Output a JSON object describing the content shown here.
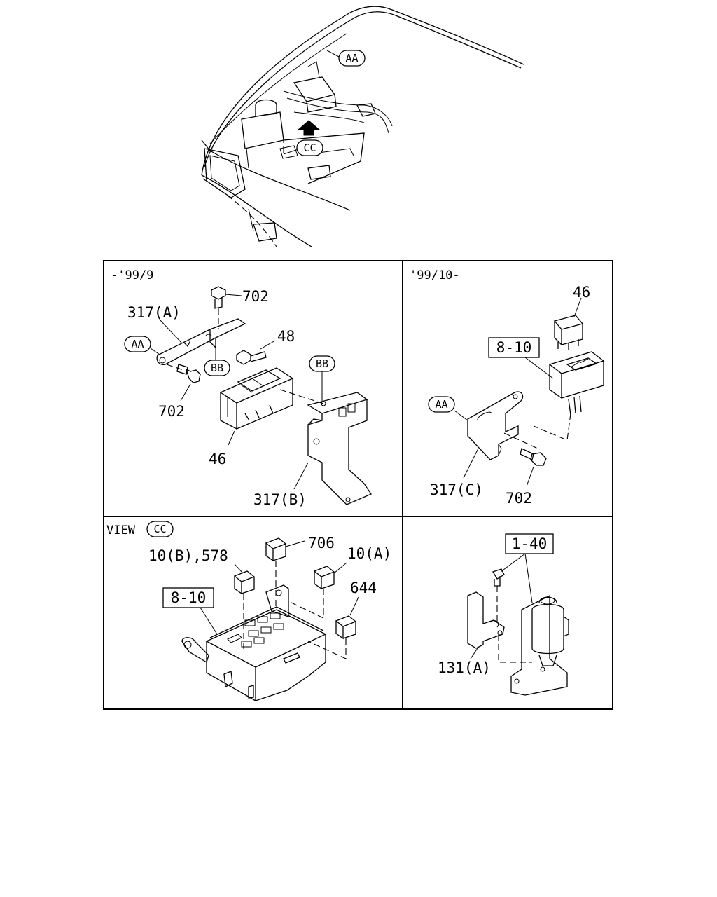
{
  "top_view": {
    "callout_aa": "AA",
    "callout_cc": "CC"
  },
  "panels": {
    "early": {
      "header": "-'99/9",
      "labels": [
        "702",
        "317(A)",
        "48",
        "702",
        "46",
        "317(B)"
      ],
      "callouts": [
        "AA",
        "BB",
        "BB"
      ]
    },
    "late": {
      "header": "'99/10-",
      "labels": [
        "46",
        "317(C)",
        "702"
      ],
      "ref_box": "8-10",
      "callouts": [
        "AA"
      ]
    },
    "view_cc": {
      "header_prefix": "VIEW",
      "header_callout": "CC",
      "labels": [
        "706",
        "10(B),578",
        "10(A)",
        "644"
      ],
      "ref_box": "8-10"
    },
    "pump": {
      "labels": [
        "131(A)"
      ],
      "ref_box": "1-40"
    }
  }
}
